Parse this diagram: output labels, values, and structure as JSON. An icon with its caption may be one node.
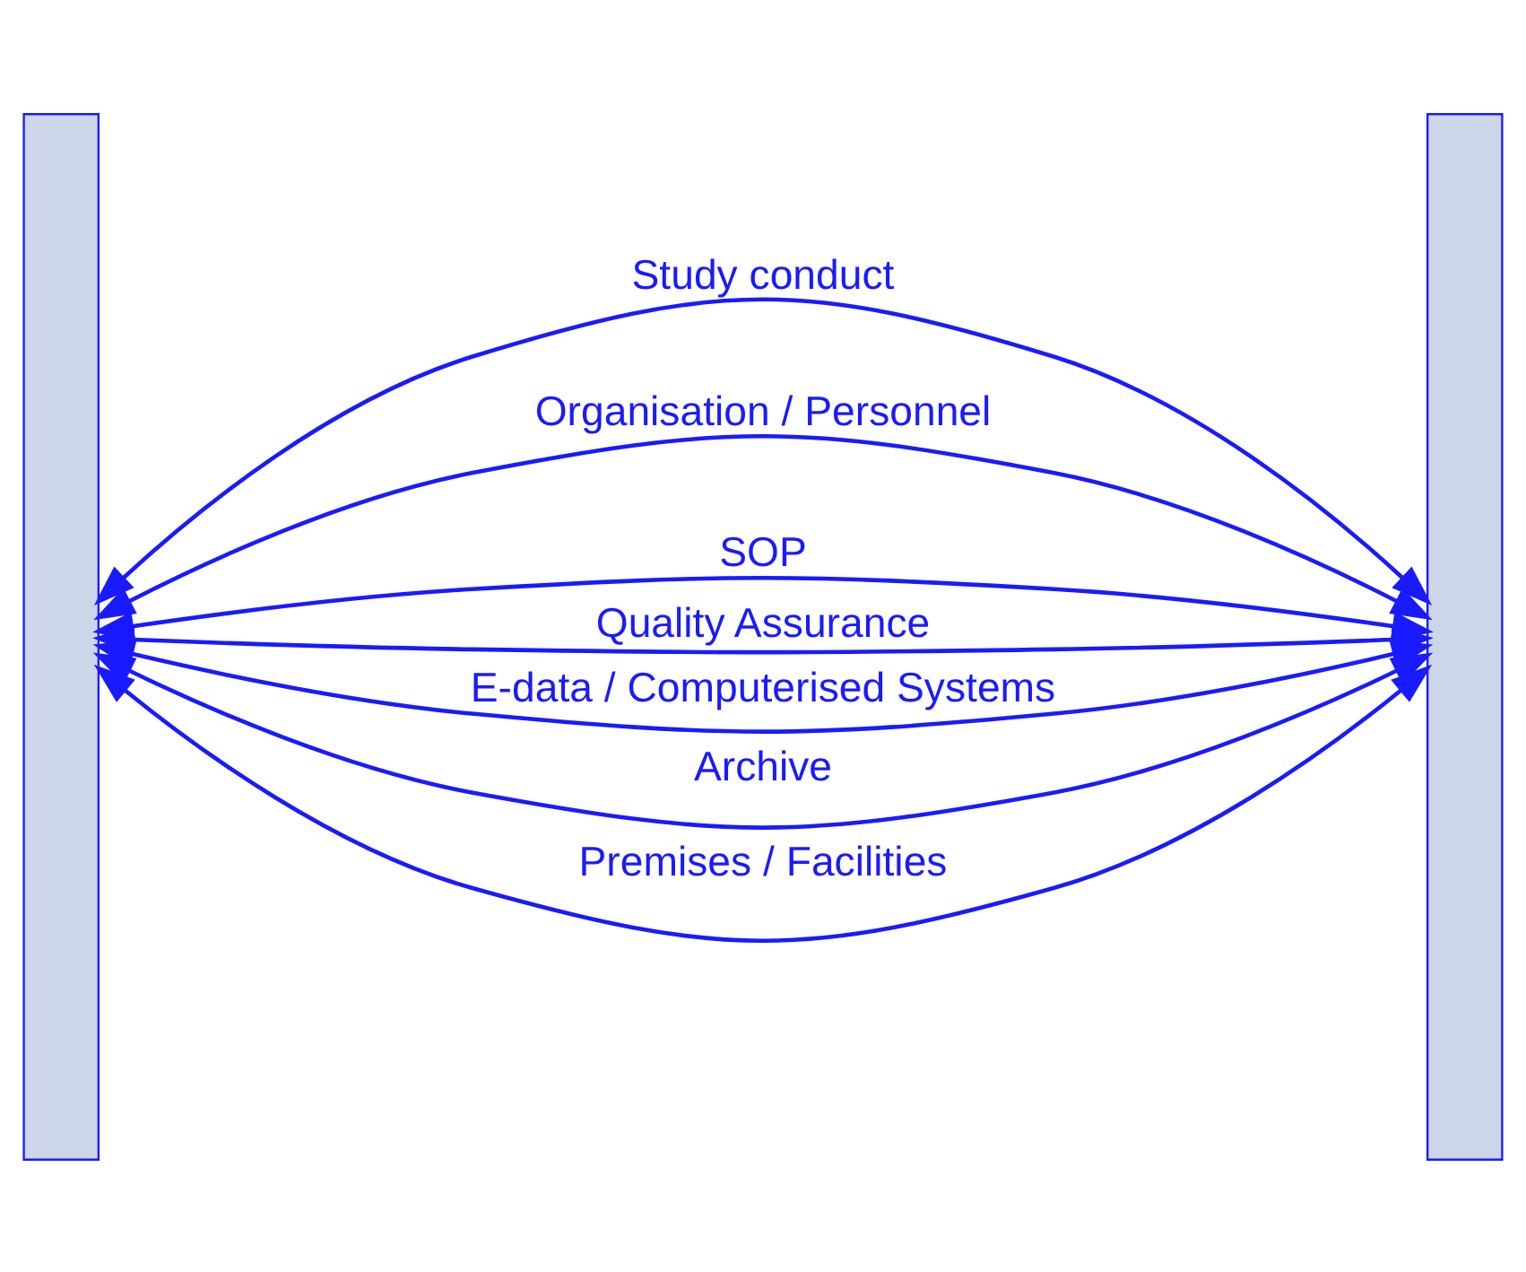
{
  "diagram": {
    "nodes": [
      {
        "text": [],
        "shape": "bar"
      },
      {
        "text": [],
        "shape": "bar"
      }
    ],
    "edges": [
      {
        "from": 0,
        "to": 1,
        "arrow": "both",
        "label": "Study conduct"
      },
      {
        "from": 0,
        "to": 1,
        "arrow": "both",
        "label": "Organisation / Personnel"
      },
      {
        "from": 0,
        "to": 1,
        "arrow": "both",
        "label": "SOP"
      },
      {
        "from": 0,
        "to": 1,
        "arrow": "both",
        "label": "Quality Assurance"
      },
      {
        "from": 0,
        "to": 1,
        "arrow": "both",
        "label": "E-data / Computerised Systems"
      },
      {
        "from": 0,
        "to": 1,
        "arrow": "both",
        "label": "Archive"
      },
      {
        "from": 0,
        "to": 1,
        "arrow": "both",
        "label": "Premises / Facilities"
      }
    ]
  }
}
